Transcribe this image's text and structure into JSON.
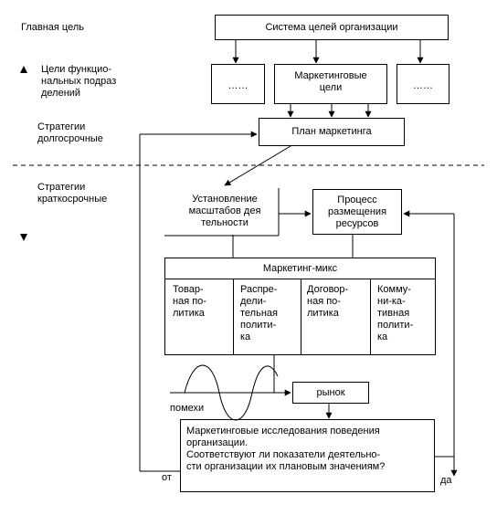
{
  "left_labels": {
    "main_goal": "Главная цель",
    "functional_goals": "Цели функцио-\nнальных подраз\nделений",
    "long_term": "Стратегии\nдолгосрочные",
    "short_term": "Стратегии\nкраткосрочные"
  },
  "boxes": {
    "org_goals": "Система целей организации",
    "dept_left": "……",
    "marketing_goals": "Маркетинговые\nцели",
    "dept_right": "……",
    "marketing_plan": "План маркетинга",
    "scale": "Установление\nмасштабов дея\nтельности",
    "resources": "Процесс\nразмещения\nресурсов",
    "mix_title": "Маркетинг-микс",
    "mix_items": [
      "Товар-\nная по-\nлитика",
      "Распре-\nдели-\nтельная\nполити-\nка",
      "Договор-\nная по-\nлитика",
      "Комму-\nни-ка-\nтивная\nполити-\nка"
    ],
    "market": "рынок",
    "research": "Маркетинговые исследования поведения\nорганизации.\nСоответствуют ли показатели деятельно-\nсти организации их плановым значениям?"
  },
  "misc": {
    "noise": "помехи",
    "no": "от",
    "yes": "да"
  }
}
